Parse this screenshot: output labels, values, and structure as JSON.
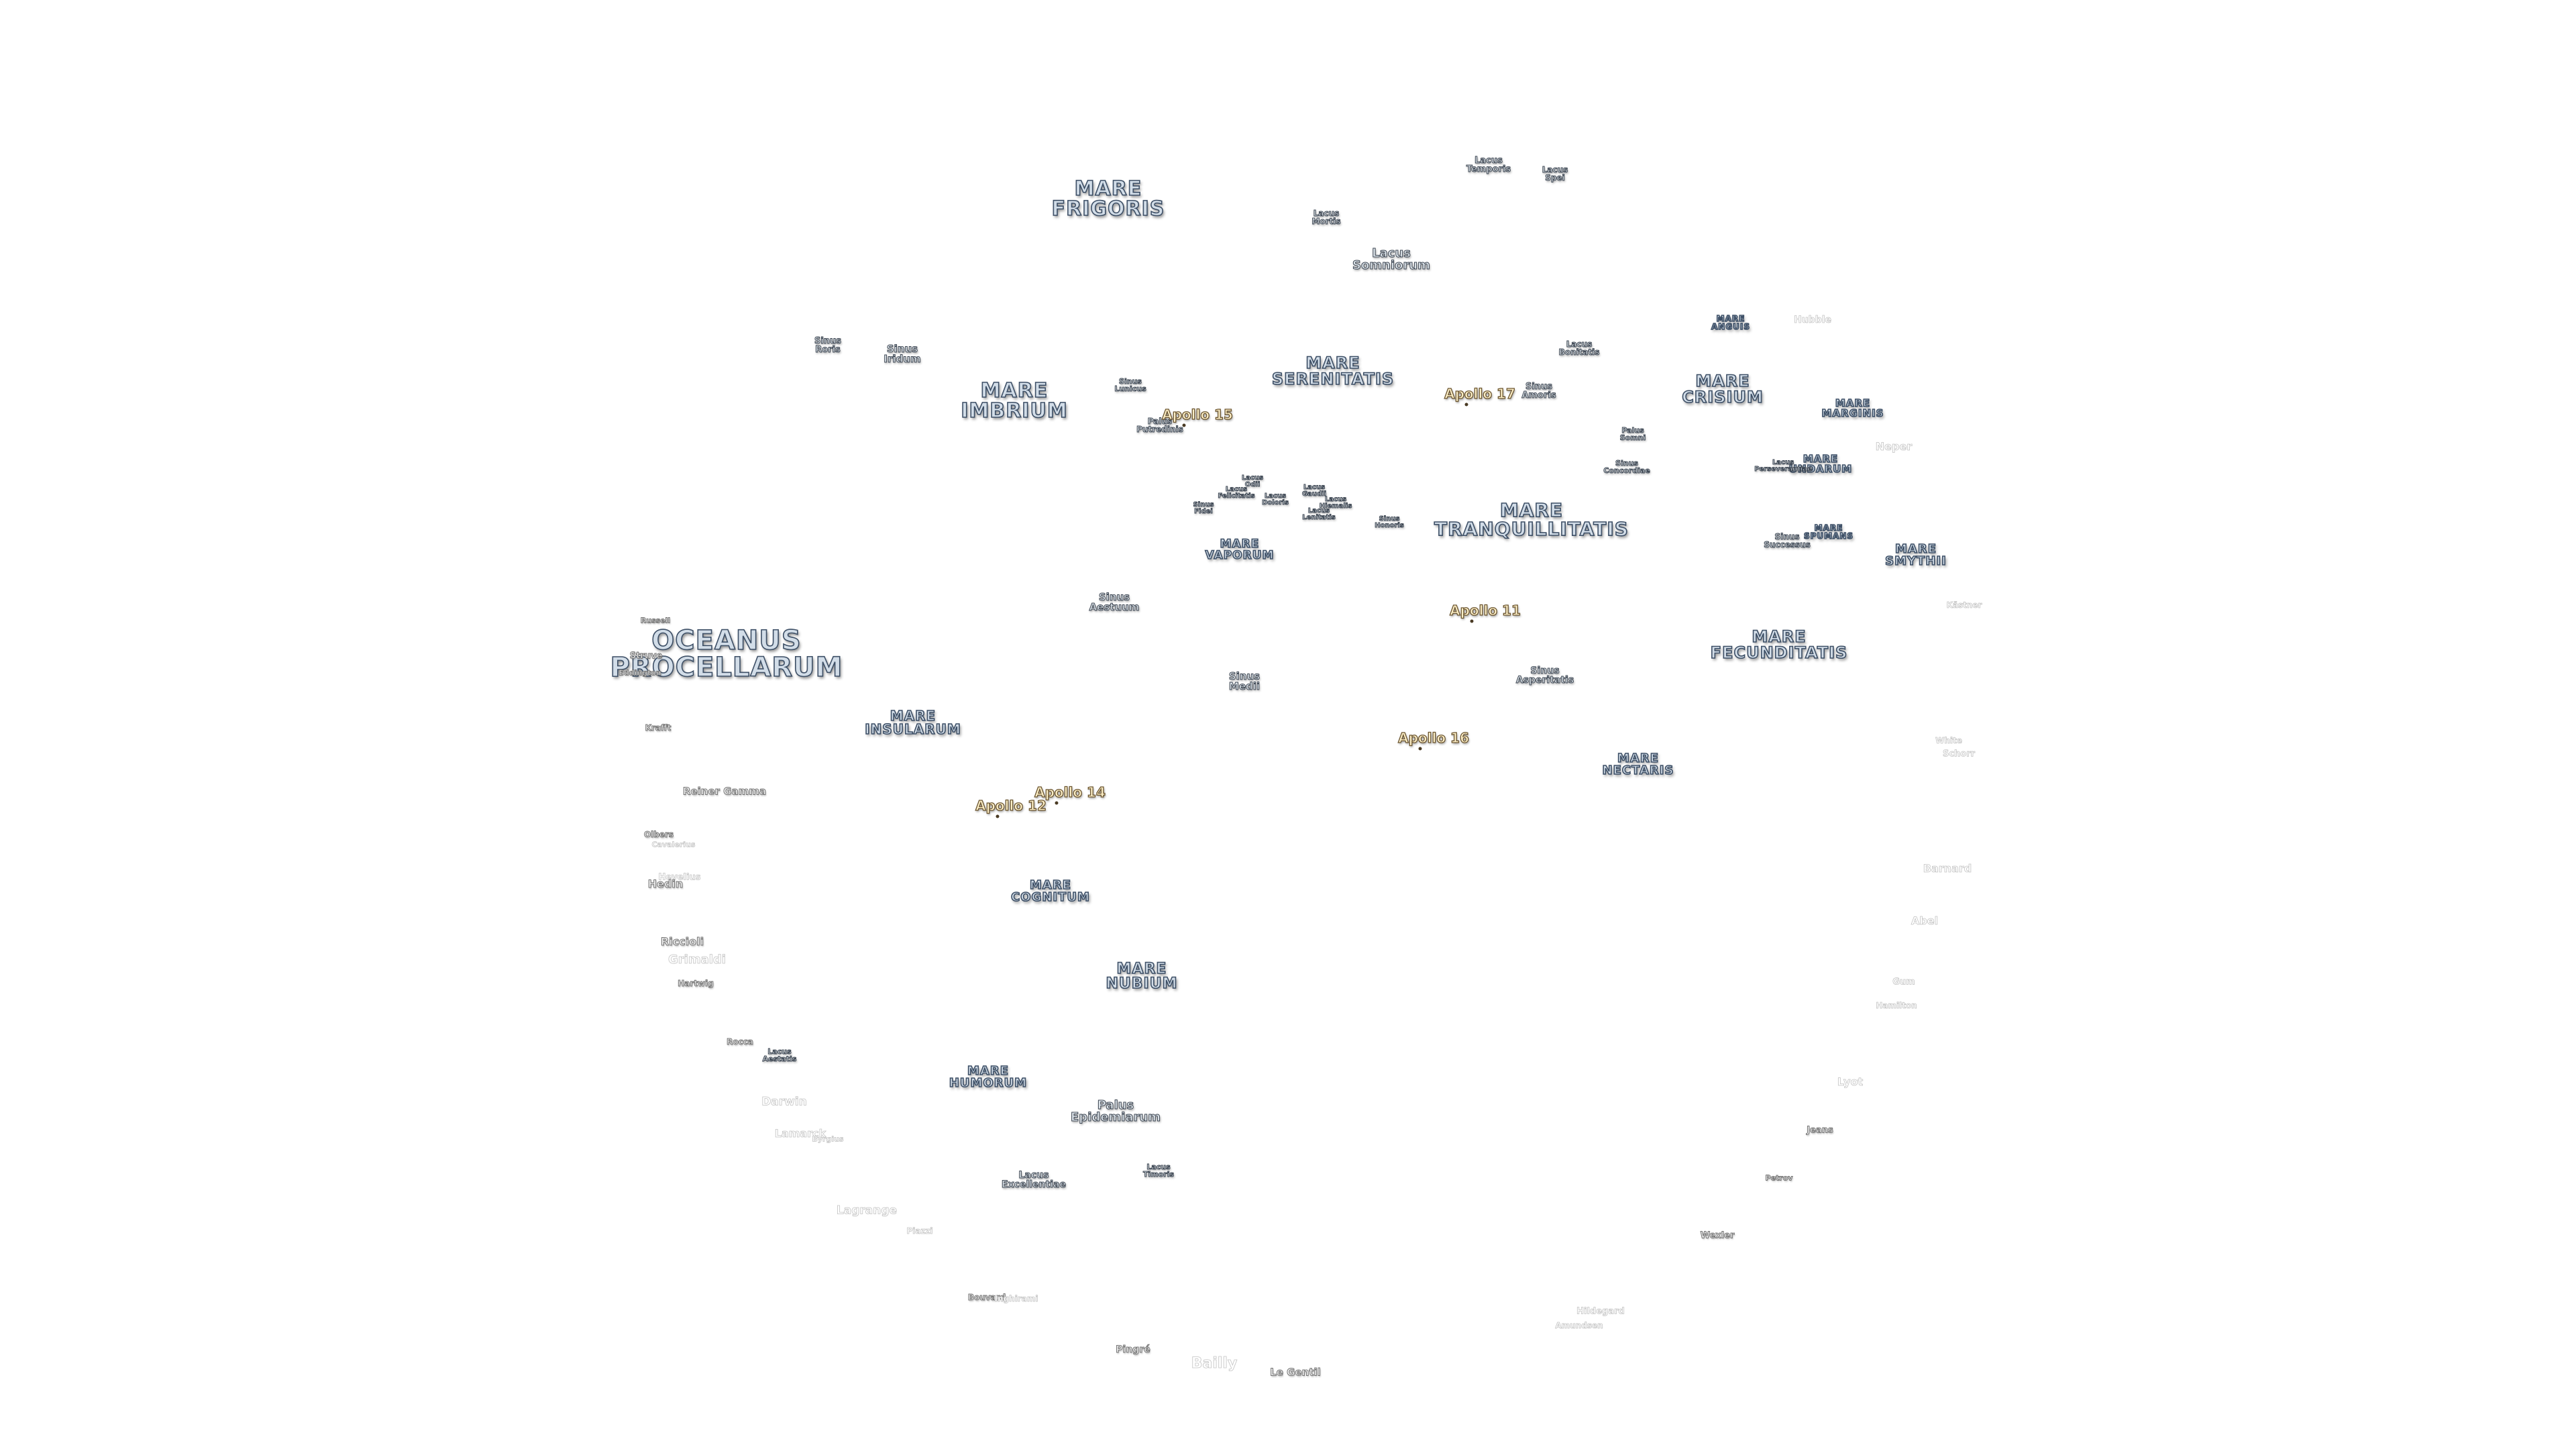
{
  "map": {
    "features": [
      {
        "id": "oceanus-procellarum",
        "text": "OCEANUS\nPROCELLARUM",
        "kind": "mare"
      },
      {
        "id": "mare-frigoris",
        "text": "MARE\nFRIGORIS",
        "kind": "mare"
      },
      {
        "id": "mare-imbrium",
        "text": "MARE\nIMBRIUM",
        "kind": "mare"
      },
      {
        "id": "mare-serenitatis",
        "text": "MARE\nSERENITATIS",
        "kind": "mare"
      },
      {
        "id": "mare-tranquillitatis",
        "text": "MARE\nTRANQUILLITATIS",
        "kind": "mare"
      },
      {
        "id": "mare-crisium",
        "text": "MARE\nCRISIUM",
        "kind": "mare"
      },
      {
        "id": "mare-fecunditatis",
        "text": "MARE\nFECUNDITATIS",
        "kind": "mare"
      },
      {
        "id": "mare-nectaris",
        "text": "MARE\nNECTARIS",
        "kind": "mare"
      },
      {
        "id": "mare-vaporum",
        "text": "MARE\nVAPORUM",
        "kind": "mare"
      },
      {
        "id": "mare-insularum",
        "text": "MARE\nINSULARUM",
        "kind": "mare"
      },
      {
        "id": "mare-cognitum",
        "text": "MARE\nCOGNITUM",
        "kind": "mare"
      },
      {
        "id": "mare-nubium",
        "text": "MARE\nNUBIUM",
        "kind": "mare"
      },
      {
        "id": "mare-humorum",
        "text": "MARE\nHUMORUM",
        "kind": "mare"
      },
      {
        "id": "mare-anguis",
        "text": "MARE\nANGUIS",
        "kind": "mare"
      },
      {
        "id": "mare-marginis",
        "text": "MARE\nMARGINIS",
        "kind": "mare"
      },
      {
        "id": "mare-undarum",
        "text": "MARE\nUNDARUM",
        "kind": "mare"
      },
      {
        "id": "mare-spumans",
        "text": "MARE\nSPUMANS",
        "kind": "mare"
      },
      {
        "id": "mare-smythii",
        "text": "MARE\nSMYTHII",
        "kind": "mare"
      },
      {
        "id": "lacus-temporis",
        "text": "Lacus\nTemporis",
        "kind": "small"
      },
      {
        "id": "lacus-spei",
        "text": "Lacus\nSpei",
        "kind": "small"
      },
      {
        "id": "lacus-mortis",
        "text": "Lacus\nMortis",
        "kind": "small"
      },
      {
        "id": "lacus-somniorum",
        "text": "Lacus\nSomniorum",
        "kind": "small"
      },
      {
        "id": "lacus-bonitatis",
        "text": "Lacus\nBonitatis",
        "kind": "small"
      },
      {
        "id": "sinus-roris",
        "text": "Sinus\nRoris",
        "kind": "small"
      },
      {
        "id": "sinus-iridum",
        "text": "Sinus\nIridum",
        "kind": "small"
      },
      {
        "id": "sinus-lunicus",
        "text": "Sinus\nLunicus",
        "kind": "small"
      },
      {
        "id": "palus-putredinis",
        "text": "Palus\nPutredinis",
        "kind": "small"
      },
      {
        "id": "sinus-amoris",
        "text": "Sinus\nAmoris",
        "kind": "small"
      },
      {
        "id": "palus-somni",
        "text": "Palus\nSomni",
        "kind": "small"
      },
      {
        "id": "sinus-concordiae",
        "text": "Sinus\nConcordiae",
        "kind": "small"
      },
      {
        "id": "lacus-perseverantiae",
        "text": "Lacus\nPerseverantiae",
        "kind": "small"
      },
      {
        "id": "sinus-successus",
        "text": "Sinus\nSuccessus",
        "kind": "small"
      },
      {
        "id": "lacus-odii",
        "text": "Lacus\nOdii",
        "kind": "small"
      },
      {
        "id": "lacus-felicitatis",
        "text": "Lacus\nFelicitatis",
        "kind": "small"
      },
      {
        "id": "lacus-doloris",
        "text": "Lacus\nDoloris",
        "kind": "small"
      },
      {
        "id": "sinus-fidei",
        "text": "Sinus\nFidei",
        "kind": "small"
      },
      {
        "id": "lacus-gaudii",
        "text": "Lacus\nGaudii",
        "kind": "small"
      },
      {
        "id": "lacus-hiemalis",
        "text": "Lacus\nHiemalis",
        "kind": "small"
      },
      {
        "id": "lacus-lenitatis",
        "text": "Lacus\nLenitatis",
        "kind": "small"
      },
      {
        "id": "sinus-honoris",
        "text": "Sinus\nHonoris",
        "kind": "small"
      },
      {
        "id": "sinus-aestuum",
        "text": "Sinus\nAestuum",
        "kind": "small"
      },
      {
        "id": "sinus-medii",
        "text": "Sinus\nMedii",
        "kind": "small"
      },
      {
        "id": "sinus-asperitatis",
        "text": "Sinus\nAsperitatis",
        "kind": "small"
      },
      {
        "id": "lacus-aestatis",
        "text": "Lacus\nAestatis",
        "kind": "small"
      },
      {
        "id": "palus-epidemiarum",
        "text": "Palus\nEpidemiarum",
        "kind": "small"
      },
      {
        "id": "lacus-excellentiae",
        "text": "Lacus\nExcellentiae",
        "kind": "small"
      },
      {
        "id": "lacus-timoris",
        "text": "Lacus\nTimoris",
        "kind": "small"
      },
      {
        "id": "apollo-11",
        "text": "Apollo 11",
        "kind": "apollo"
      },
      {
        "id": "apollo-12",
        "text": "Apollo 12",
        "kind": "apollo"
      },
      {
        "id": "apollo-14",
        "text": "Apollo 14",
        "kind": "apollo"
      },
      {
        "id": "apollo-15",
        "text": "Apollo 15",
        "kind": "apollo"
      },
      {
        "id": "apollo-16",
        "text": "Apollo 16",
        "kind": "apollo"
      },
      {
        "id": "apollo-17",
        "text": "Apollo 17",
        "kind": "apollo"
      },
      {
        "id": "russell",
        "text": "Russell",
        "kind": "crater"
      },
      {
        "id": "struve",
        "text": "Struve",
        "kind": "crater"
      },
      {
        "id": "eddington",
        "text": "Eddington",
        "kind": "crater"
      },
      {
        "id": "krafft",
        "text": "Krafft",
        "kind": "crater"
      },
      {
        "id": "reiner-gamma",
        "text": "Reiner Gamma",
        "kind": "crater"
      },
      {
        "id": "olbers",
        "text": "Olbers",
        "kind": "crater"
      },
      {
        "id": "cavalerius",
        "text": "Cavalerius",
        "kind": "faint"
      },
      {
        "id": "hevelius",
        "text": "Hevelius",
        "kind": "faint"
      },
      {
        "id": "hedin",
        "text": "Hedin",
        "kind": "crater"
      },
      {
        "id": "riccioli",
        "text": "Riccioli",
        "kind": "crater"
      },
      {
        "id": "grimaldi",
        "text": "Grimaldi",
        "kind": "faint"
      },
      {
        "id": "hartwig",
        "text": "Hartwig",
        "kind": "crater"
      },
      {
        "id": "rocca",
        "text": "Rocca",
        "kind": "crater"
      },
      {
        "id": "darwin",
        "text": "Darwin",
        "kind": "faint"
      },
      {
        "id": "lamarck",
        "text": "Lamarck",
        "kind": "faint"
      },
      {
        "id": "byrgius",
        "text": "Byrgius",
        "kind": "faint"
      },
      {
        "id": "lagrange",
        "text": "Lagrange",
        "kind": "faint"
      },
      {
        "id": "piazzi",
        "text": "Piazzi",
        "kind": "faint"
      },
      {
        "id": "bouvard",
        "text": "Bouvard",
        "kind": "crater"
      },
      {
        "id": "inghirami",
        "text": "Inghirami",
        "kind": "faint"
      },
      {
        "id": "pingre",
        "text": "Pingré",
        "kind": "crater"
      },
      {
        "id": "bailly",
        "text": "Bailly",
        "kind": "faint"
      },
      {
        "id": "le-gentil",
        "text": "Le Gentil",
        "kind": "crater"
      },
      {
        "id": "hubble",
        "text": "Hubble",
        "kind": "faint"
      },
      {
        "id": "neper",
        "text": "Neper",
        "kind": "faint"
      },
      {
        "id": "kastner",
        "text": "Kästner",
        "kind": "faint"
      },
      {
        "id": "white",
        "text": "White",
        "kind": "faint"
      },
      {
        "id": "schorr",
        "text": "Schorr",
        "kind": "faint"
      },
      {
        "id": "barnard",
        "text": "Barnard",
        "kind": "faint"
      },
      {
        "id": "abel",
        "text": "Abel",
        "kind": "faint"
      },
      {
        "id": "gum",
        "text": "Gum",
        "kind": "faint"
      },
      {
        "id": "hamilton",
        "text": "Hamilton",
        "kind": "faint"
      },
      {
        "id": "lyot",
        "text": "Lyot",
        "kind": "faint"
      },
      {
        "id": "jeans",
        "text": "Jeans",
        "kind": "crater"
      },
      {
        "id": "petrov",
        "text": "Petrov",
        "kind": "crater"
      },
      {
        "id": "wexler",
        "text": "Wexler",
        "kind": "crater"
      },
      {
        "id": "hildegard",
        "text": "Hildegard",
        "kind": "faint"
      },
      {
        "id": "amundsen",
        "text": "Amundsen",
        "kind": "faint"
      }
    ]
  }
}
